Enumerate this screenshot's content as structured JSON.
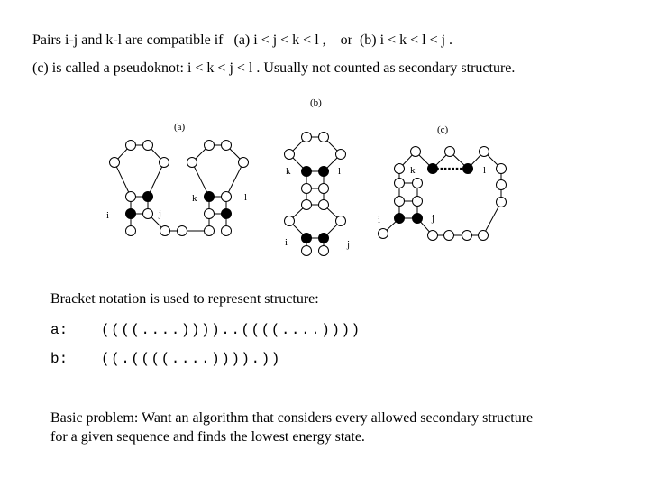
{
  "intro": {
    "line1": "Pairs i-j and k-l are compatible if   (a) i < j < k < l ,    or  (b) i < k < l < j .",
    "line2": "(c) is called a pseudoknot: i < k < j < l . Usually not counted as secondary structure."
  },
  "diagram_labels": {
    "a": "(a)",
    "b": "(b)",
    "c": "(c)",
    "i": "i",
    "j": "j",
    "k": "k",
    "l": "l"
  },
  "notation": {
    "heading": "Bracket notation is used to represent structure:",
    "a_label": "a:",
    "a_value": "((((....))))..((((....))))",
    "b_label": "b:",
    "b_value": "((.((((....)))).))"
  },
  "problem": {
    "line1": "Basic problem: Want an algorithm that considers every allowed secondary structure",
    "line2": "for a given sequence and finds the lowest energy state."
  },
  "colors": {
    "open_node": "#ffffff",
    "paired_node": "#000000",
    "stroke": "#000000"
  }
}
